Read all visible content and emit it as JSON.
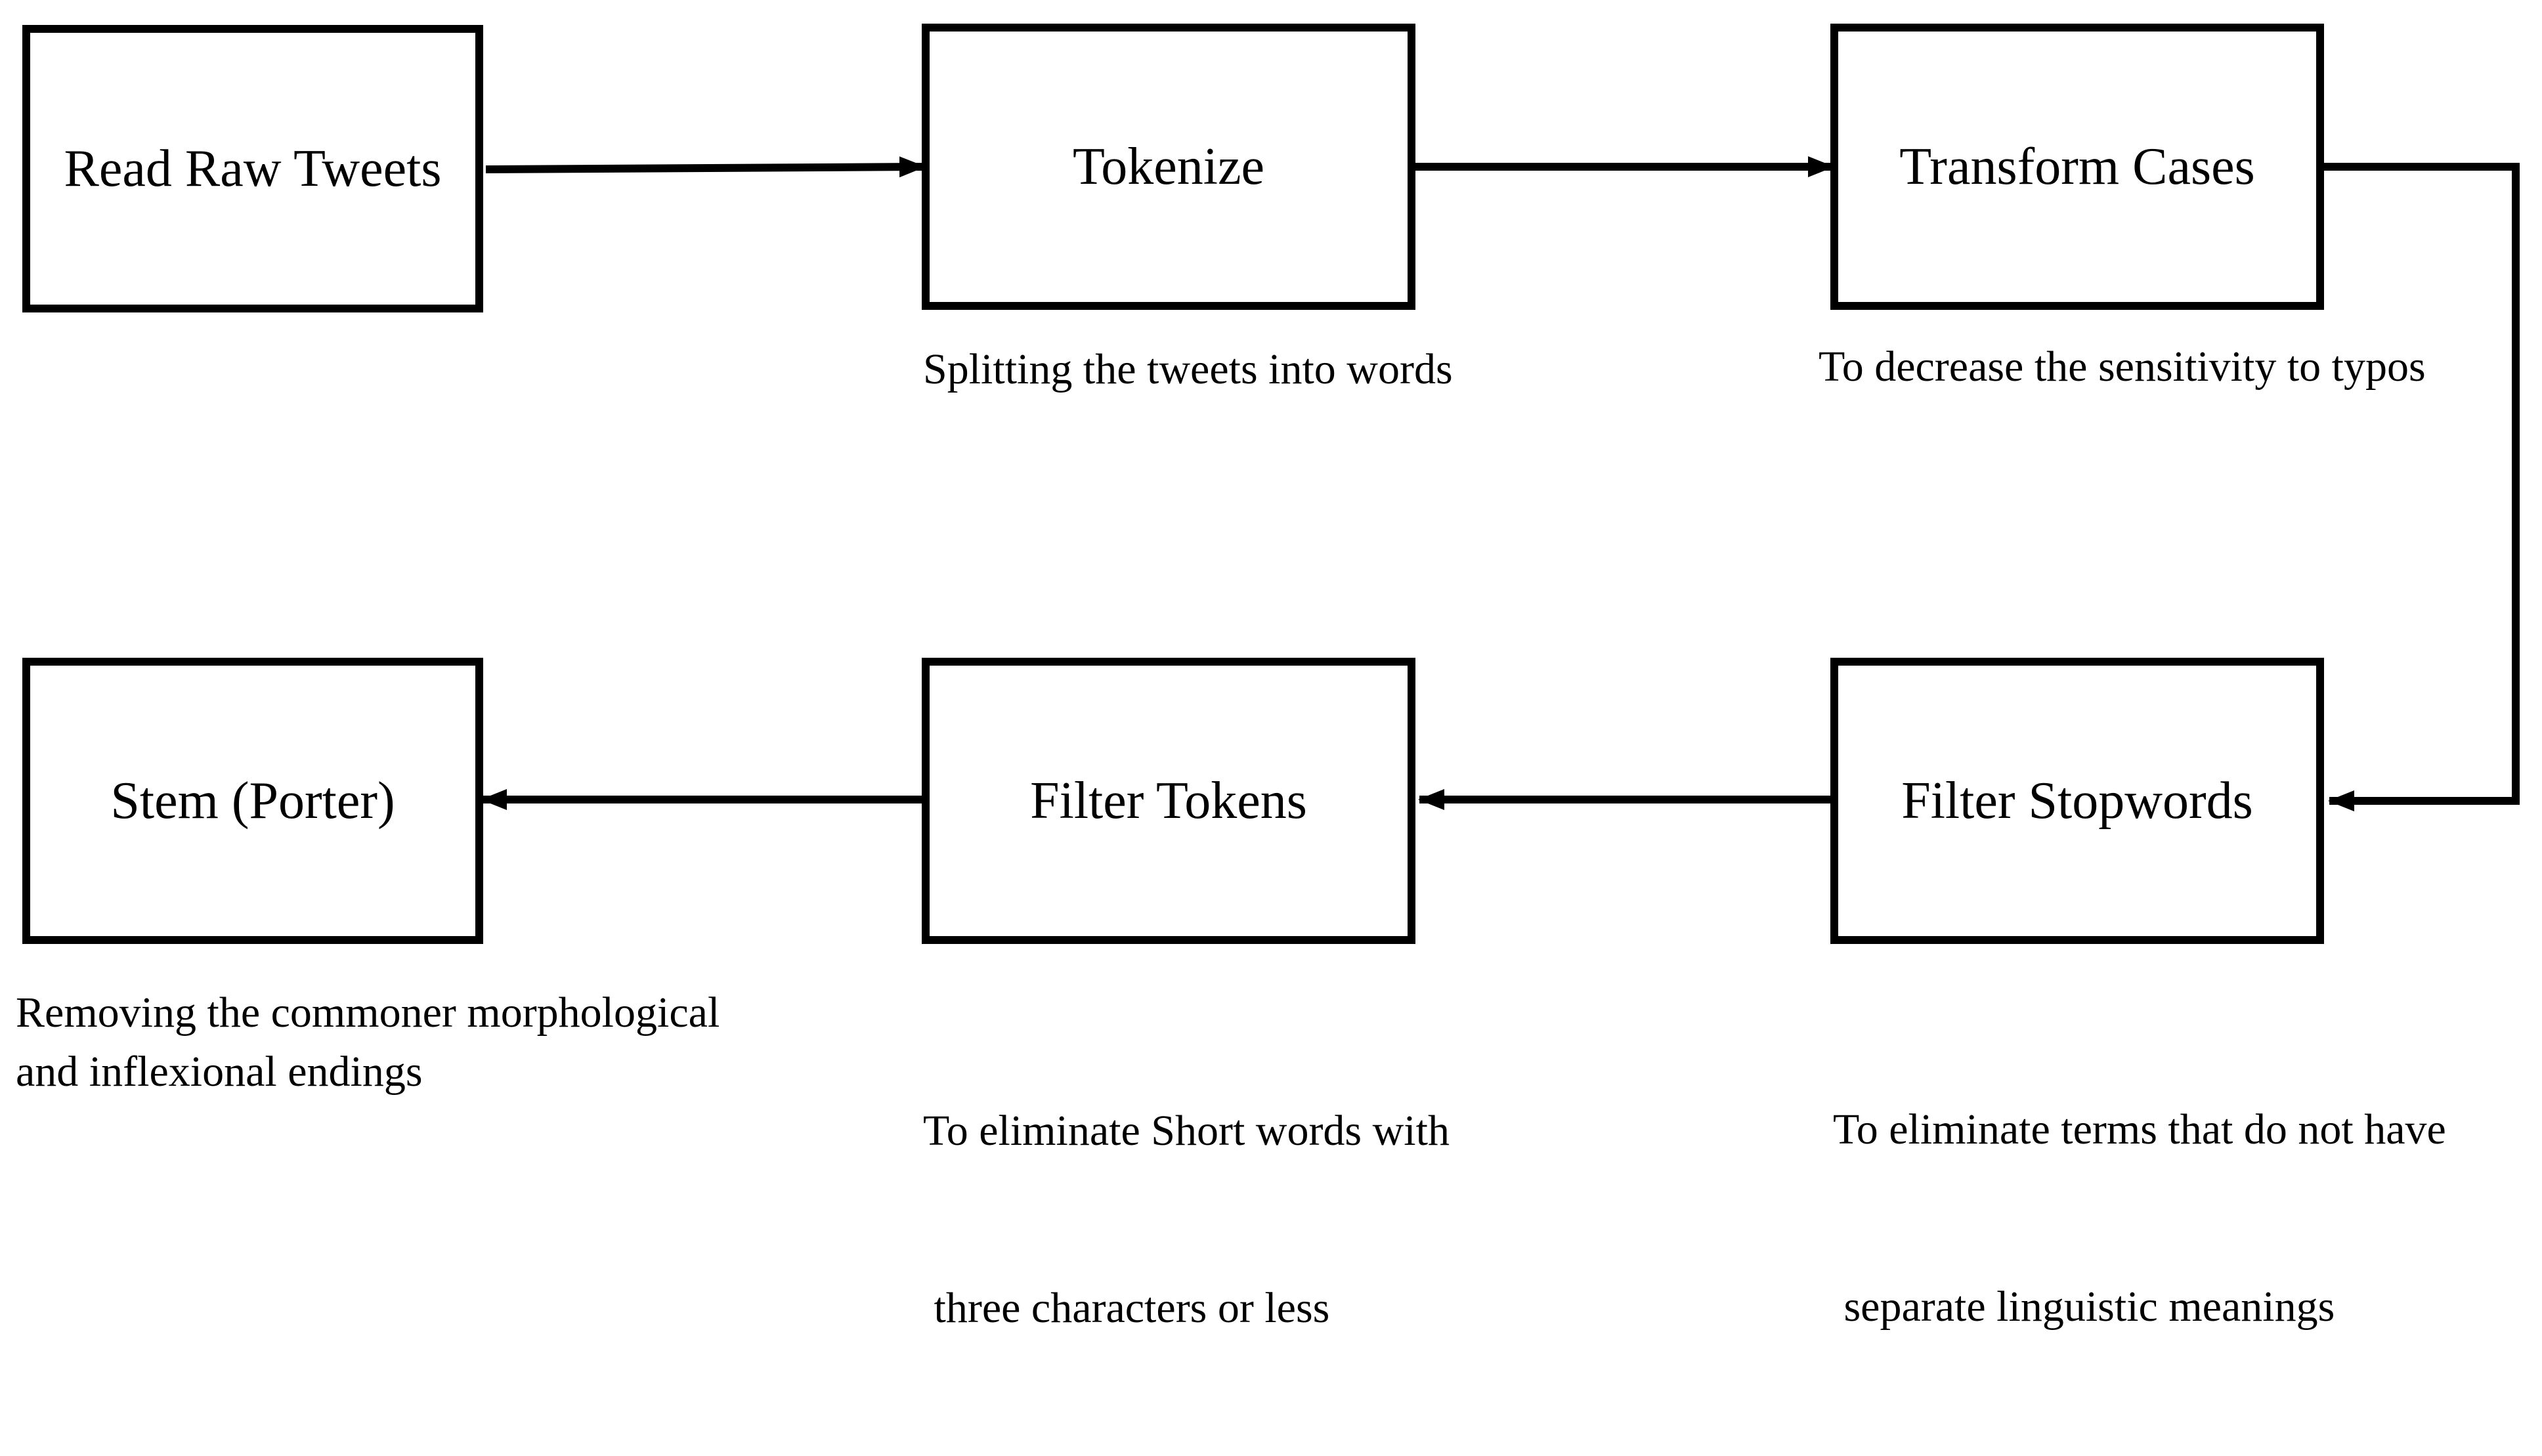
{
  "steps": [
    {
      "id": "read",
      "label": "Read Raw Tweets",
      "caption": []
    },
    {
      "id": "tokenize",
      "label": "Tokenize",
      "caption": [
        "Splitting the tweets into words"
      ]
    },
    {
      "id": "transform",
      "label": "Transform Cases",
      "caption": [
        "To decrease the sensitivity to typos"
      ]
    },
    {
      "id": "stopwords",
      "label": "Filter Stopwords",
      "caption": [
        "To eliminate terms that do not have",
        " separate linguistic meanings"
      ]
    },
    {
      "id": "filtertokens",
      "label": "Filter Tokens",
      "caption": [
        "To eliminate Short words with",
        " three characters or less"
      ]
    },
    {
      "id": "stem",
      "label": "Stem (Porter)",
      "caption": [
        "Removing the commoner morphological",
        "and inflexional endings"
      ]
    }
  ],
  "connections": [
    {
      "from": "read",
      "to": "tokenize"
    },
    {
      "from": "tokenize",
      "to": "transform"
    },
    {
      "from": "transform",
      "to": "stopwords"
    },
    {
      "from": "stopwords",
      "to": "filtertokens"
    },
    {
      "from": "filtertokens",
      "to": "stem"
    }
  ]
}
